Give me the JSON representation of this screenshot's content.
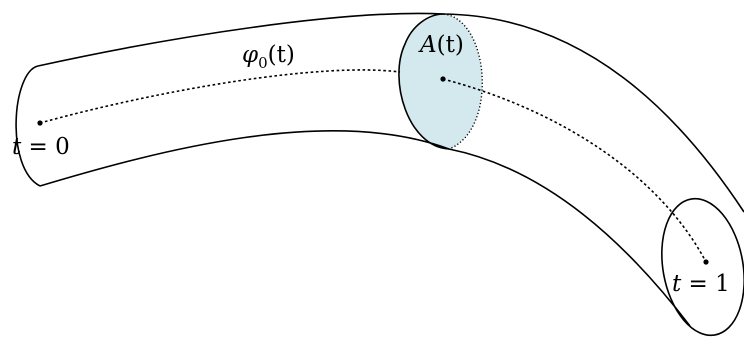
{
  "labels": {
    "curve": {
      "main": "φ",
      "sub": "0",
      "arg": "(t)"
    },
    "section": {
      "main": "A",
      "arg": "(t)"
    },
    "start": {
      "var": "t",
      "rel": " = ",
      "num": "0"
    },
    "end": {
      "var": "t",
      "rel": " = ",
      "num": "1"
    }
  },
  "colors": {
    "cross_section_fill": "#d3e9ee",
    "stroke": "#000000"
  }
}
